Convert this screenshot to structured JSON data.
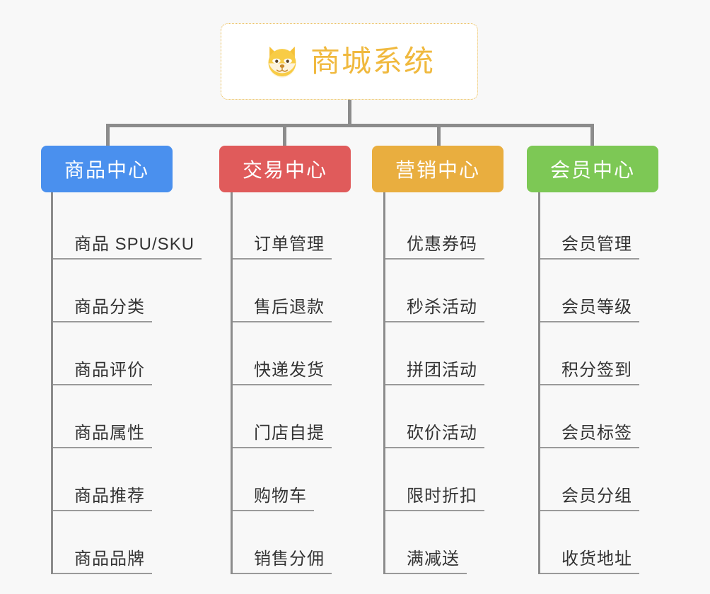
{
  "page": {
    "background_color": "#f8f8f8",
    "type": "mindmap-org-chart"
  },
  "root": {
    "title": "商城系统",
    "icon": "shiba-dog-icon",
    "text_color": "#f0b93e",
    "border_color": "#eab94a",
    "background_color": "#ffffff"
  },
  "connector": {
    "color": "#8c8c8c"
  },
  "columns": [
    {
      "title": "商品中心",
      "color": "#4a90ee",
      "items": [
        "商品 SPU/SKU",
        "商品分类",
        "商品评价",
        "商品属性",
        "商品推荐",
        "商品品牌"
      ]
    },
    {
      "title": "交易中心",
      "color": "#e05b5b",
      "items": [
        "订单管理",
        "售后退款",
        "快递发货",
        "门店自提",
        "购物车",
        "销售分佣"
      ]
    },
    {
      "title": "营销中心",
      "color": "#e9ae3f",
      "items": [
        "优惠券码",
        "秒杀活动",
        "拼团活动",
        "砍价活动",
        "限时折扣",
        "满减送"
      ]
    },
    {
      "title": "会员中心",
      "color": "#7dc855",
      "items": [
        "会员管理",
        "会员等级",
        "积分签到",
        "会员标签",
        "会员分组",
        "收货地址"
      ]
    }
  ]
}
